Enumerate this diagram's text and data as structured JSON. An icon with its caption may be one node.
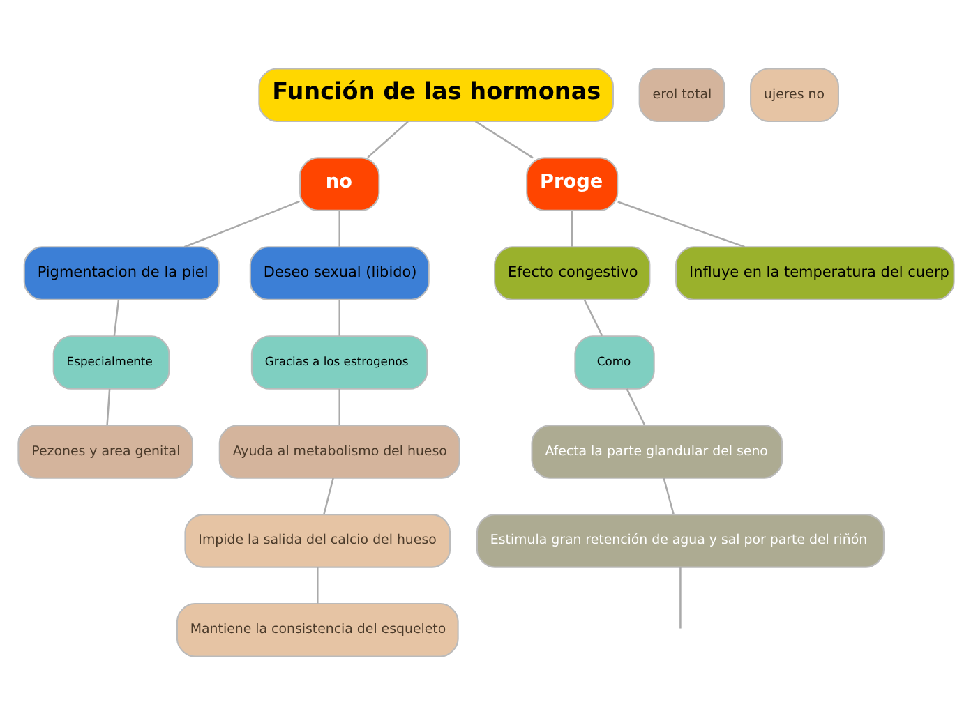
{
  "diagram": {
    "nodes": [
      {
        "text": [
          "Función de las hormonas"
        ]
      },
      {
        "text": [
          "no"
        ]
      },
      {
        "text": [
          "Proge"
        ]
      },
      {
        "text": [
          "Pigmentacion de la piel"
        ]
      },
      {
        "text": [
          "Deseo sexual (libido)"
        ]
      },
      {
        "text": [
          "Especialmente"
        ]
      },
      {
        "text": [
          "Pezones y area genital"
        ]
      },
      {
        "text": [
          "Gracias a los estrogenos"
        ]
      },
      {
        "text": [
          "Ayuda al metabolismo del hueso"
        ]
      },
      {
        "text": [
          "Impide la salida del calcio del hueso"
        ]
      },
      {
        "text": [
          "Mantiene la consistencia del esqueleto"
        ]
      },
      {
        "text": [
          "erol total"
        ]
      },
      {
        "text": [
          "ujeres no"
        ]
      },
      {
        "text": [
          "Efecto congestivo"
        ]
      },
      {
        "text": [
          "Influye en la temperatura del cuerp"
        ]
      },
      {
        "text": [
          "Como"
        ]
      },
      {
        "text": [
          "Afecta la parte glandular del seno"
        ]
      },
      {
        "text": [
          "Estimula gran retención de agua y sal por parte del riñón"
        ]
      }
    ],
    "edges": [
      {
        "from": 0,
        "to": 1,
        "arrow": "none"
      },
      {
        "from": 0,
        "to": 2,
        "arrow": "none"
      },
      {
        "from": 1,
        "to": 3,
        "arrow": "none"
      },
      {
        "from": 1,
        "to": 4,
        "arrow": "none"
      },
      {
        "from": 3,
        "to": 5,
        "arrow": "none"
      },
      {
        "from": 5,
        "to": 6,
        "arrow": "none"
      },
      {
        "from": 4,
        "to": 7,
        "arrow": "none"
      },
      {
        "from": 7,
        "to": 8,
        "arrow": "none"
      },
      {
        "from": 8,
        "to": 9,
        "arrow": "none"
      },
      {
        "from": 9,
        "to": 10,
        "arrow": "none"
      },
      {
        "from": 2,
        "to": 13,
        "arrow": "none"
      },
      {
        "from": 2,
        "to": 14,
        "arrow": "none"
      },
      {
        "from": 13,
        "to": 15,
        "arrow": "none"
      },
      {
        "from": 15,
        "to": 16,
        "arrow": "none"
      },
      {
        "from": 16,
        "to": 17,
        "arrow": "none"
      },
      {
        "from": 17,
        "to": null,
        "arrow": "none"
      }
    ]
  }
}
